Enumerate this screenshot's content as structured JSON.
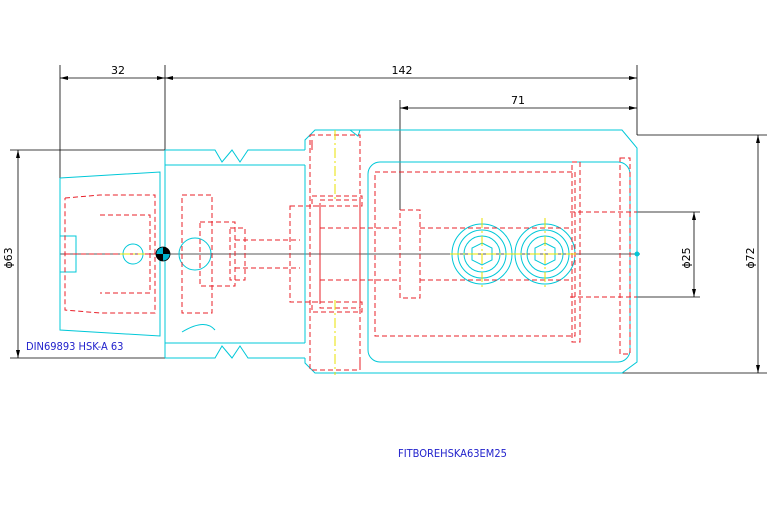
{
  "dimensions": {
    "d32": "32",
    "d142": "142",
    "d71": "71",
    "d63": "ϕ63",
    "d25": "ϕ25",
    "d72": "ϕ72"
  },
  "labels": {
    "standard": "DIN69893 HSK-A 63",
    "part_number": "FITBOREHSKA63EM25"
  },
  "colors": {
    "outline": "#00c8d8",
    "hidden": "#e8202a",
    "centerline": "#e8e000",
    "dimension": "#000000",
    "label": "#2222cc"
  }
}
